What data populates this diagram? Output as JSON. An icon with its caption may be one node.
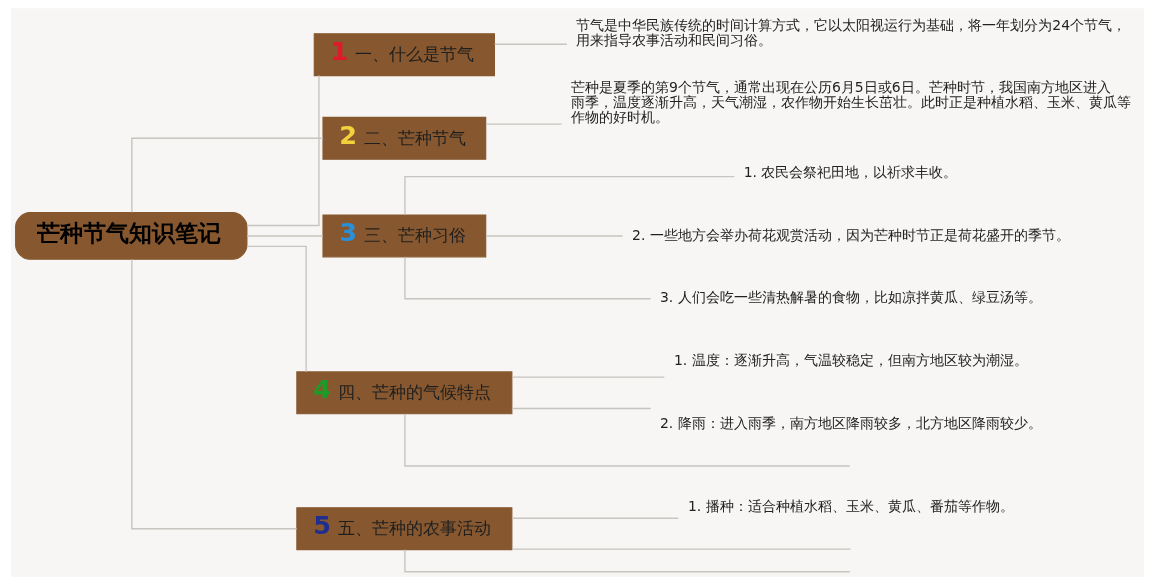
{
  "diagram": {
    "nodes": [
      {
        "text": [
          "芒种节气知识笔记"
        ]
      },
      {
        "text": [
          "1",
          "一、什么是节气"
        ]
      },
      {
        "text": [
          "节气是中华民族传统的时间计算方式，它以太阳视运行为基础，将一年划分为24个节气，用来指导农事活动和民间习俗。"
        ]
      },
      {
        "text": [
          "2",
          "二、芒种节气"
        ]
      },
      {
        "text": [
          "芒种是夏季的第9个节气，通常出现在公历6月5日或6日。芒种时节，我国南方地区进入雨季，温度逐渐升高，天气潮湿，农作物开始生长茁壮。此时正是种植水稻、玉米、黄瓜等作物的好时机。"
        ]
      },
      {
        "text": [
          "3",
          "三、芒种习俗"
        ]
      },
      {
        "text": [
          "1. 农民会祭祀田地，以祈求丰收。"
        ]
      },
      {
        "text": [
          "2. 一些地方会举办荷花观赏活动，因为芒种时节正是荷花盛开的季节。"
        ]
      },
      {
        "text": [
          "3. 人们会吃一些清热解暑的食物，比如凉拌黄瓜、绿豆汤等。"
        ]
      },
      {
        "text": [
          "4",
          "四、芒种的气候特点"
        ]
      },
      {
        "text": [
          "1. 温度：逐渐升高，气温较稳定，但南方地区较为潮湿。"
        ]
      },
      {
        "text": [
          "2. 降雨：进入雨季，南方地区降雨较多，北方地区降雨较少。"
        ]
      },
      {
        "text": [
          "5",
          "五、芒种的农事活动"
        ]
      },
      {
        "text": [
          "1. 播种：适合种植水稻、玉米、黄瓜、番茄等作物。"
        ]
      }
    ],
    "edges": [
      {
        "from": 0,
        "to": 1,
        "arrow": "none"
      },
      {
        "from": 1,
        "to": 2,
        "arrow": "none"
      },
      {
        "from": 0,
        "to": 3,
        "arrow": "none"
      },
      {
        "from": 3,
        "to": 4,
        "arrow": "none"
      },
      {
        "from": 0,
        "to": 5,
        "arrow": "none"
      },
      {
        "from": 5,
        "to": 6,
        "arrow": "none"
      },
      {
        "from": 5,
        "to": 7,
        "arrow": "none"
      },
      {
        "from": 5,
        "to": 8,
        "arrow": "none"
      },
      {
        "from": 0,
        "to": 9,
        "arrow": "none"
      },
      {
        "from": 9,
        "to": 10,
        "arrow": "none"
      },
      {
        "from": 9,
        "to": 11,
        "arrow": "none"
      },
      {
        "from": 9,
        "to": null,
        "arrow": "none"
      },
      {
        "from": 0,
        "to": 12,
        "arrow": "none"
      },
      {
        "from": 12,
        "to": 13,
        "arrow": "none"
      },
      {
        "from": 12,
        "to": null,
        "arrow": "none"
      },
      {
        "from": 12,
        "to": null,
        "arrow": "none"
      }
    ]
  }
}
